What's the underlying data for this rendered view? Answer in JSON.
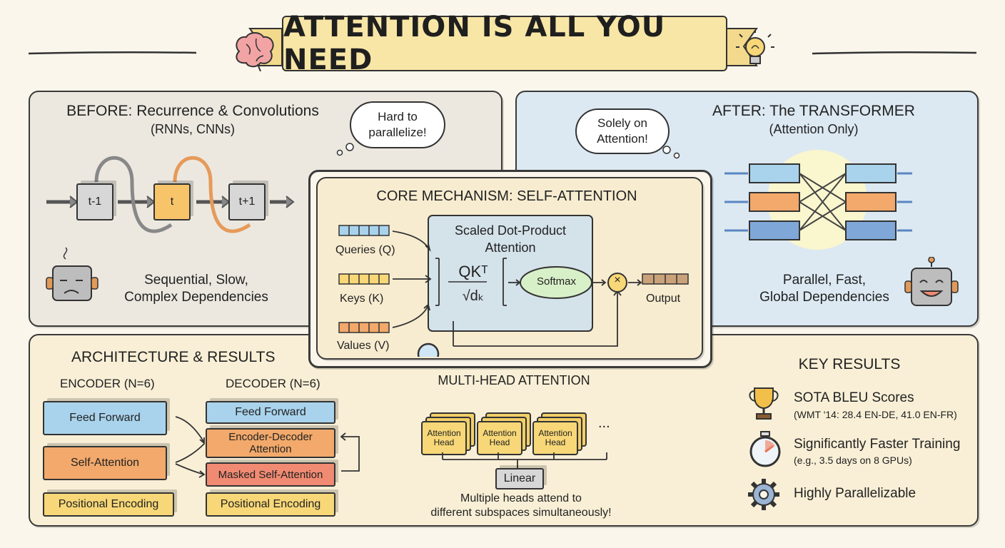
{
  "title": "ATTENTION IS ALL YOU NEED",
  "before": {
    "heading": "BEFORE: Recurrence & Convolutions",
    "subheading": "(RNNs, CNNs)",
    "thought": "Hard to parallelize!",
    "steps": [
      "t-1",
      "t",
      "t+1"
    ],
    "caption_line1": "Sequential, Slow,",
    "caption_line2": "Complex Dependencies"
  },
  "after": {
    "heading": "AFTER: The TRANSFORMER",
    "subheading": "(Attention Only)",
    "thought": "Solely on Attention!",
    "caption_line1": "Parallel, Fast,",
    "caption_line2": "Global Dependencies"
  },
  "core": {
    "heading": "CORE MECHANISM: SELF-ATTENTION",
    "sdpa_line1": "Scaled Dot-Product",
    "sdpa_line2": "Attention",
    "formula_num": "QKᵀ",
    "formula_den": "√dₖ",
    "softmax": "Softmax",
    "multiply": "×",
    "queries": "Queries (Q)",
    "keys": "Keys (K)",
    "values": "Values (V)",
    "output": "Output"
  },
  "architecture": {
    "heading": "ARCHITECTURE & RESULTS",
    "encoder_label": "ENCODER (N=6)",
    "decoder_label": "DECODER (N=6)",
    "encoder_layers": [
      "Feed Forward",
      "Self-Attention",
      "Positional Encoding"
    ],
    "decoder_layers": [
      "Feed Forward",
      "Encoder-Decoder Attention",
      "Masked Self-Attention",
      "Positional Encoding"
    ]
  },
  "multihead": {
    "heading": "MULTI-HEAD ATTENTION",
    "head_label": "Attention Head",
    "ellipsis": "...",
    "linear": "Linear",
    "caption_line1": "Multiple heads attend to",
    "caption_line2": "different subspaces simultaneously!"
  },
  "results": {
    "heading": "KEY RESULTS",
    "items": [
      {
        "icon": "trophy-icon",
        "title": "SOTA BLEU Scores",
        "detail": "(WMT '14: 28.4 EN-DE, 41.0 EN-FR)"
      },
      {
        "icon": "stopwatch-icon",
        "title": "Significantly Faster Training",
        "detail": "(e.g., 3.5 days on 8 GPUs)"
      },
      {
        "icon": "gear-icon",
        "title": "Highly Parallelizable",
        "detail": ""
      }
    ]
  },
  "colors": {
    "banner": "#f8e6a6",
    "before_panel": "#ece8e0",
    "after_panel": "#dce9f2",
    "core_panel": "#f8ecd0",
    "bottom_panel": "#f8efd6",
    "blue": "#a9d3ec",
    "orange": "#f2a96b",
    "yellow": "#f7d777",
    "red": "#f08a72",
    "green": "#d8f0c8"
  }
}
